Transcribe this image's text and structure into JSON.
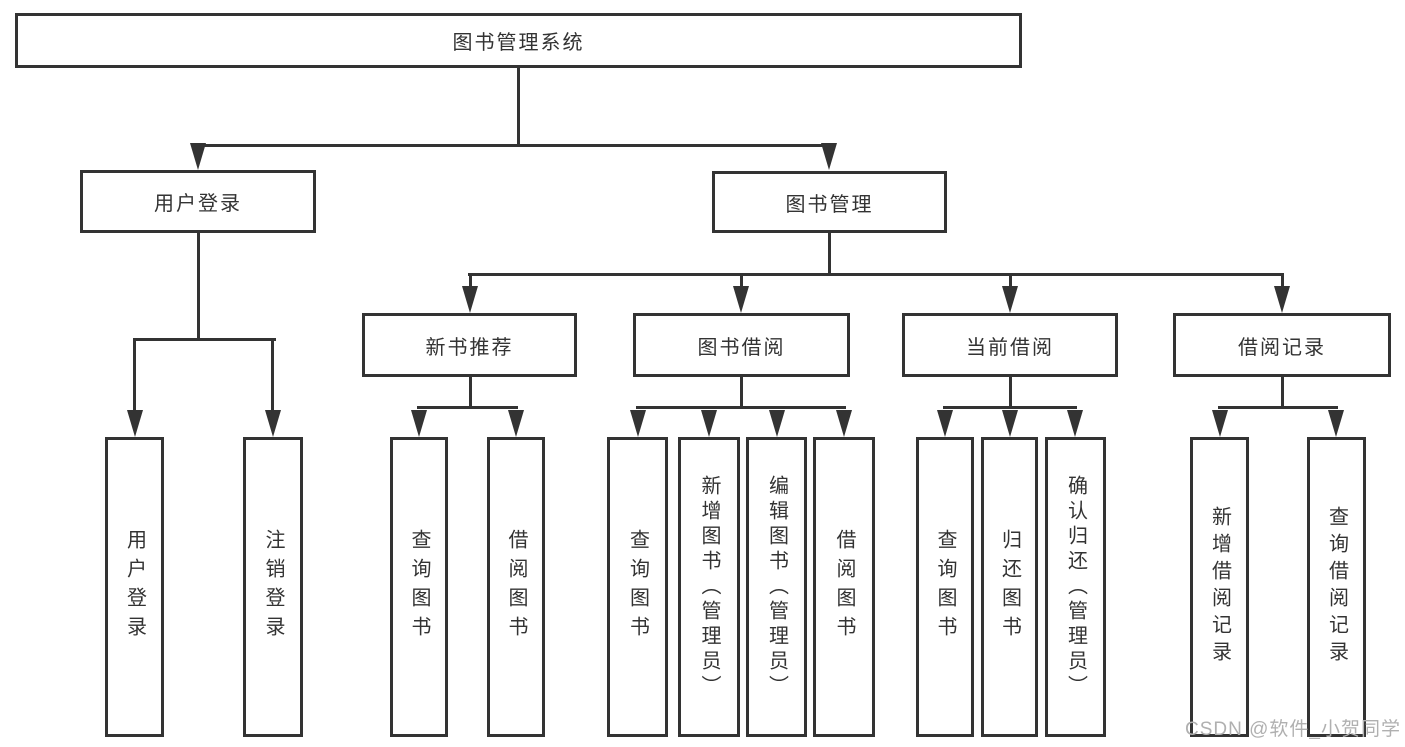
{
  "diagram": {
    "root": {
      "label": "图书管理系统"
    },
    "login_branch": {
      "label": "用户登录",
      "children": [
        {
          "label": "用户登录"
        },
        {
          "label": "注销登录"
        }
      ]
    },
    "management_branch": {
      "label": "图书管理",
      "sections": [
        {
          "label": "新书推荐",
          "children": [
            {
              "label": "查询图书"
            },
            {
              "label": "借阅图书"
            }
          ]
        },
        {
          "label": "图书借阅",
          "children": [
            {
              "label": "查询图书"
            },
            {
              "label": "新增图书（管理员）"
            },
            {
              "label": "编辑图书（管理员）"
            },
            {
              "label": "借阅图书"
            }
          ]
        },
        {
          "label": "当前借阅",
          "children": [
            {
              "label": "查询图书"
            },
            {
              "label": "归还图书"
            },
            {
              "label": "确认归还（管理员）"
            }
          ]
        },
        {
          "label": "借阅记录",
          "children": [
            {
              "label": "新增借阅记录"
            },
            {
              "label": "查询借阅记录"
            }
          ]
        }
      ]
    }
  },
  "watermark": {
    "text": "CSDN @软件_小贺同学"
  },
  "colors": {
    "line": "#333333",
    "text": "#333333",
    "box_background": "#ffffff",
    "watermark": "#b0b0b0"
  }
}
